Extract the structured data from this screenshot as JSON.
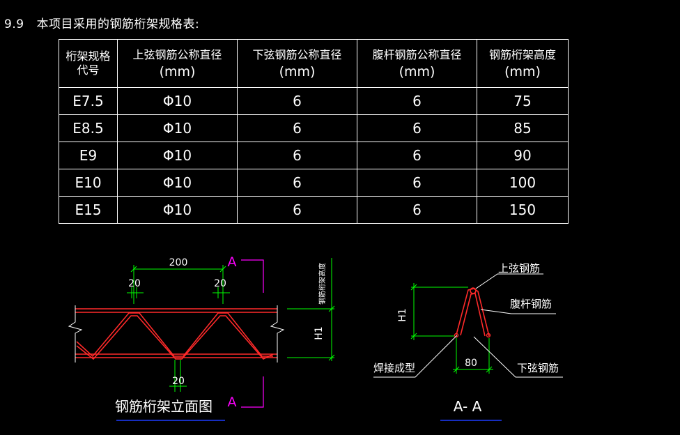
{
  "heading": {
    "number": "9.9",
    "title": "本项目采用的钢筋桁架规格表:"
  },
  "table": {
    "headers": [
      {
        "label": "桁架规格",
        "label2": "代号",
        "unit": ""
      },
      {
        "label": "上弦钢筋公称直径",
        "label2": "",
        "unit": "(mm)"
      },
      {
        "label": "下弦钢筋公称直径",
        "label2": "",
        "unit": "(mm)"
      },
      {
        "label": "腹杆钢筋公称直径",
        "label2": "",
        "unit": "(mm)"
      },
      {
        "label": "钢筋桁架高度",
        "label2": "",
        "unit": "(mm)"
      }
    ],
    "rows": [
      [
        "E7.5",
        "Φ10",
        "6",
        "6",
        "75"
      ],
      [
        "E8.5",
        "Φ10",
        "6",
        "6",
        "85"
      ],
      [
        "E9",
        "Φ10",
        "6",
        "6",
        "90"
      ],
      [
        "E10",
        "Φ10",
        "6",
        "6",
        "100"
      ],
      [
        "E15",
        "Φ10",
        "6",
        "6",
        "150"
      ]
    ]
  },
  "elevation": {
    "title": "钢筋桁架立面图",
    "dim_spacing": "200",
    "dim_top_left": "20",
    "dim_top_right": "20",
    "dim_bottom": "20",
    "dim_height": "H1",
    "height_note": "钢筋桁架高度",
    "section_mark_top": "A",
    "section_mark_bottom": "A"
  },
  "section": {
    "title": "A- A",
    "dim_height": "H1",
    "dim_width": "80",
    "label_top_chord": "上弦钢筋",
    "label_web": "腹杆钢筋",
    "label_bottom_chord": "下弦钢筋",
    "label_weld": "焊接成型"
  },
  "colors": {
    "background": "#000000",
    "text": "#ffffff",
    "rebar": "#ff2a2a",
    "dimension": "#00ff00",
    "section_mark": "#ff00ff",
    "underline": "#1e3cff"
  }
}
